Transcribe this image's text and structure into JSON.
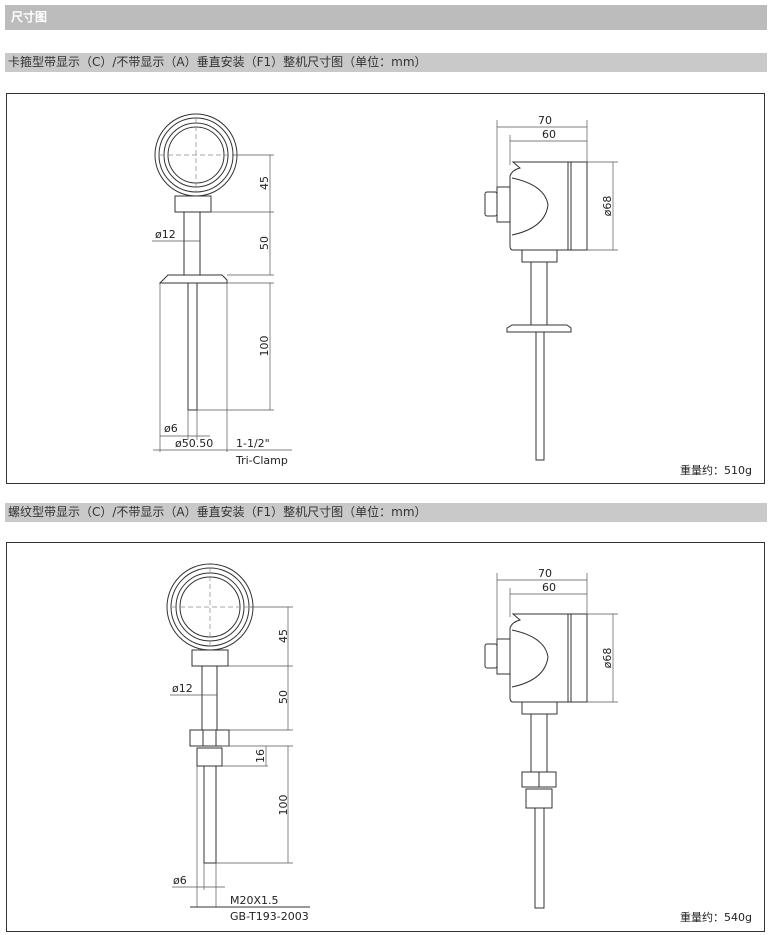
{
  "header": {
    "title": "尺寸图"
  },
  "sections": [
    {
      "title": "卡箍型带显示（C）/不带显示（A）垂直安装（F1）整机尺寸图（单位：mm）",
      "front": {
        "d45": "45",
        "d50": "50",
        "d100": "100",
        "d12": "ø12",
        "d6": "ø6",
        "d_clamp": "ø50.50",
        "conn1": "1-1/2\"",
        "conn2": "Tri-Clamp"
      },
      "side": {
        "d70": "70",
        "d60": "60",
        "d68": "ø68"
      },
      "weight": "重量约：510g"
    },
    {
      "title": "螺纹型带显示（C）/不带显示（A）垂直安装（F1）整机尺寸图（单位：mm）",
      "front": {
        "d45": "45",
        "d50": "50",
        "d16": "16",
        "d100": "100",
        "d12": "ø12",
        "d6": "ø6",
        "conn1": "M20X1.5",
        "conn2": "GB-T193-2003"
      },
      "side": {
        "d70": "70",
        "d60": "60",
        "d68": "ø68"
      },
      "weight": "重量约：540g"
    }
  ]
}
